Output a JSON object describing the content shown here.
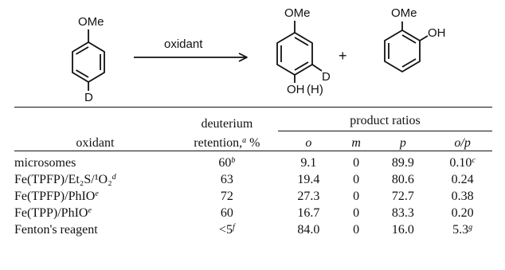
{
  "scheme": {
    "substituent_ome": "OMe",
    "label_d": "D",
    "arrow_label": "oxidant",
    "product_para_oh": "OH",
    "product_para_d": "D",
    "product_para_h": "(H)",
    "plus": "+",
    "product_ortho_ome": "OMe",
    "product_ortho_oh": "OH"
  },
  "table": {
    "header": {
      "oxidant": "oxidant",
      "deuterium_line1": "deuterium",
      "deuterium_line2": "retention,",
      "deuterium_note": "a",
      "deuterium_unit": " %",
      "product_ratios": "product ratios",
      "col_o": "o",
      "col_m": "m",
      "col_p": "p",
      "col_op": "o/p"
    },
    "rows": [
      {
        "oxidant": "microsomes",
        "oxidant_sup": "",
        "retention": "60",
        "retention_sup": "b",
        "o": "9.1",
        "m": "0",
        "p": "89.9",
        "op": "0.10",
        "op_sup": "c"
      },
      {
        "oxidant": "Fe(TPFP)/Et₂S/¹O₂",
        "oxidant_sup": "d",
        "retention": "63",
        "retention_sup": "",
        "o": "19.4",
        "m": "0",
        "p": "80.6",
        "op": "0.24",
        "op_sup": ""
      },
      {
        "oxidant": "Fe(TPFP)/PhIO",
        "oxidant_sup": "e",
        "retention": "72",
        "retention_sup": "",
        "o": "27.3",
        "m": "0",
        "p": "72.7",
        "op": "0.38",
        "op_sup": ""
      },
      {
        "oxidant": "Fe(TPP)/PhIO",
        "oxidant_sup": "e",
        "retention": "60",
        "retention_sup": "",
        "o": "16.7",
        "m": "0",
        "p": "83.3",
        "op": "0.20",
        "op_sup": ""
      },
      {
        "oxidant": "Fenton's reagent",
        "oxidant_sup": "",
        "retention": "<5",
        "retention_sup": "f",
        "o": "84.0",
        "m": "0",
        "p": "16.0",
        "op": "5.3",
        "op_sup": "g"
      }
    ]
  }
}
